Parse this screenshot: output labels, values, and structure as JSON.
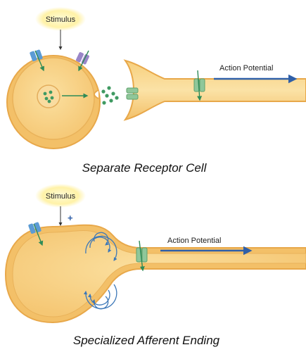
{
  "top": {
    "stimulus_label": "Stimulus",
    "action_potential_label": "Action Potential",
    "caption": "Separate Receptor Cell"
  },
  "bottom": {
    "stimulus_label": "Stimulus",
    "plus_sign": "+",
    "action_potential_label": "Action Potential",
    "caption": "Specialized Afferent Ending"
  },
  "colors": {
    "cell_fill": "#f8d58a",
    "cell_outline": "#e8a84a",
    "membrane": "#f3bf6a",
    "channel_green": "#8fc79a",
    "channel_blue": "#5b9bd5",
    "channel_purple": "#9a86c8",
    "arrow_green": "#2e8b57",
    "action_arrow": "#2f5fa8",
    "current_loop": "#3d78b8",
    "stimulus_glow": "#fff2a8"
  }
}
